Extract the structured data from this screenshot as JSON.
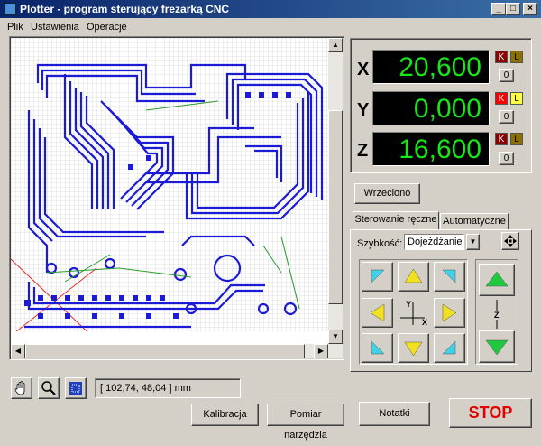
{
  "window": {
    "title": "Plotter - program sterujący frezarką CNC",
    "min": "_",
    "max": "□",
    "close": "×"
  },
  "menu": [
    {
      "label": "Plik"
    },
    {
      "label": "Ustawienia"
    },
    {
      "label": "Operacje"
    }
  ],
  "axes": [
    {
      "label": "X",
      "value": "20,600",
      "k": "K",
      "l": "L",
      "k_color": "#8b0000",
      "l_color": "#8b7000",
      "zero": "0"
    },
    {
      "label": "Y",
      "value": "0,000",
      "k": "K",
      "l": "L",
      "k_color": "#ff0000",
      "l_color": "#ffff40",
      "zero": "0"
    },
    {
      "label": "Z",
      "value": "16,600",
      "k": "K",
      "l": "L",
      "k_color": "#8b0000",
      "l_color": "#8b7000",
      "zero": "0"
    }
  ],
  "spindle_button": "Wrzeciono",
  "tabs": [
    {
      "label": "Sterowanie ręczne",
      "active": true
    },
    {
      "label": "Automatyczne",
      "active": false
    }
  ],
  "speed_label": "Szybkość:",
  "speed_value": "Dojeżdżanie",
  "jog_labels": {
    "y": "Y",
    "x": "X",
    "z": "Z"
  },
  "status_coords": "[ 102,74,  48,04 ] mm",
  "buttons": {
    "calibration": "Kalibracja",
    "tool_measure": "Pomiar narzędzia",
    "notes": "Notatki",
    "stop": "STOP"
  },
  "colors": {
    "lcd_text": "#17e617",
    "pcb_trace": "#1b1bd6",
    "grid": "#c8c8c8",
    "jog_cyan": "#40d0e8",
    "jog_yellow": "#f0e020",
    "jog_green": "#20c840",
    "stop_text": "#e00000"
  }
}
